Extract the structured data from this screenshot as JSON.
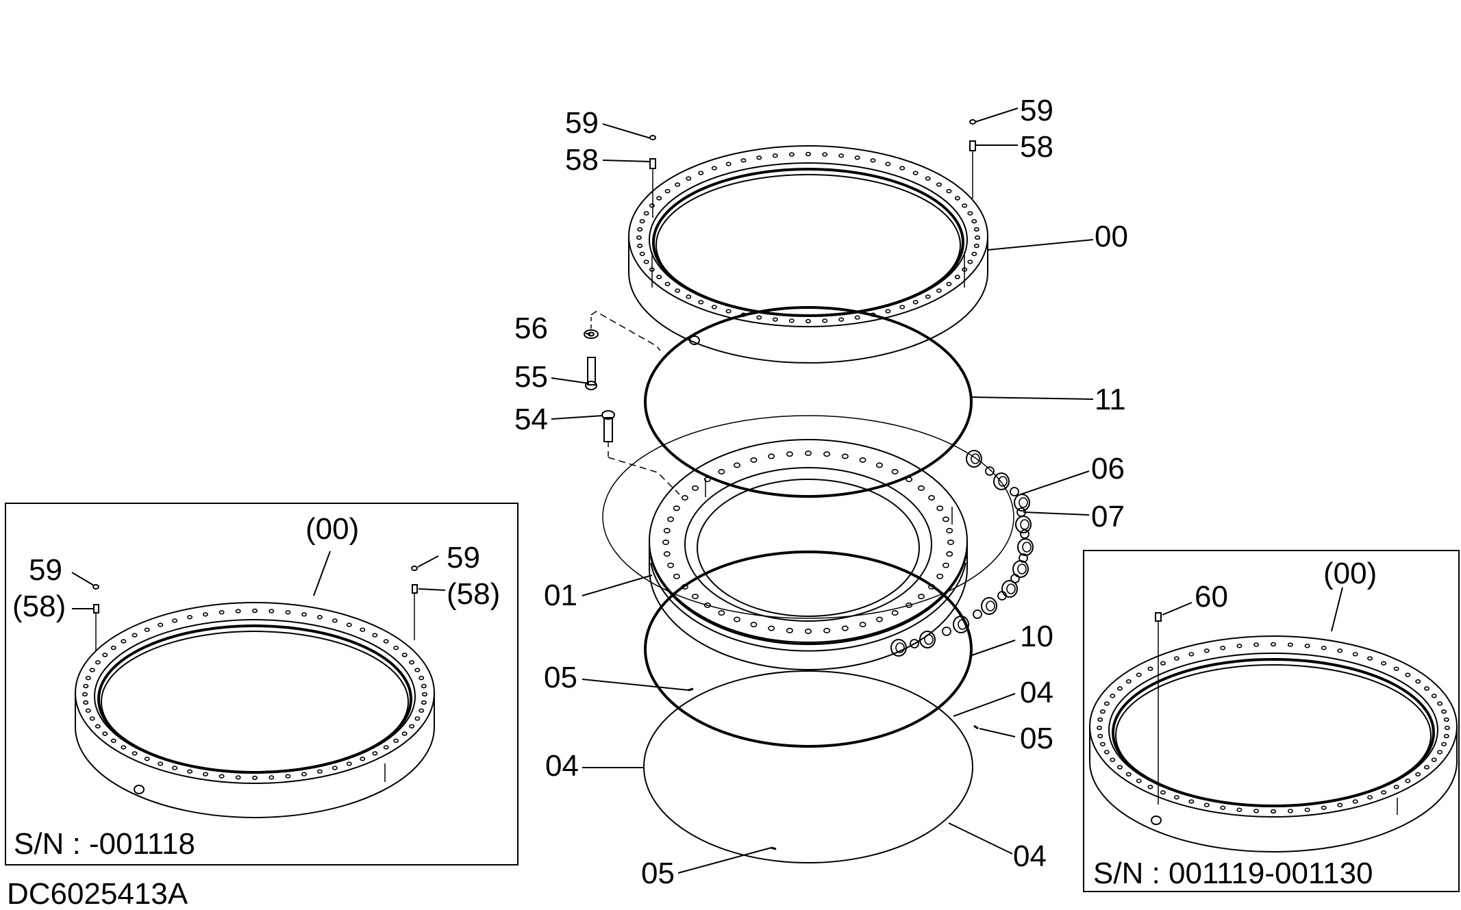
{
  "drawing_code": "DC6025413A",
  "callouts": {
    "p00": "00",
    "p01": "01",
    "p04a": "04",
    "p04b": "04",
    "p04c": "04",
    "p05a": "05",
    "p05b": "05",
    "p05c": "05",
    "p06": "06",
    "p07": "07",
    "p10": "10",
    "p11": "11",
    "p54": "54",
    "p55": "55",
    "p56": "56",
    "p58l": "58",
    "p58r": "58",
    "p59l": "59",
    "p59r": "59"
  },
  "inset_left": {
    "serial": "S/N : -001118",
    "p00": "(00)",
    "p59l": "59",
    "p58l": "(58)",
    "p59r": "59",
    "p58r": "(58)"
  },
  "inset_right": {
    "serial": "S/N : 001119-001130",
    "p00": "(00)",
    "p60": "60"
  }
}
